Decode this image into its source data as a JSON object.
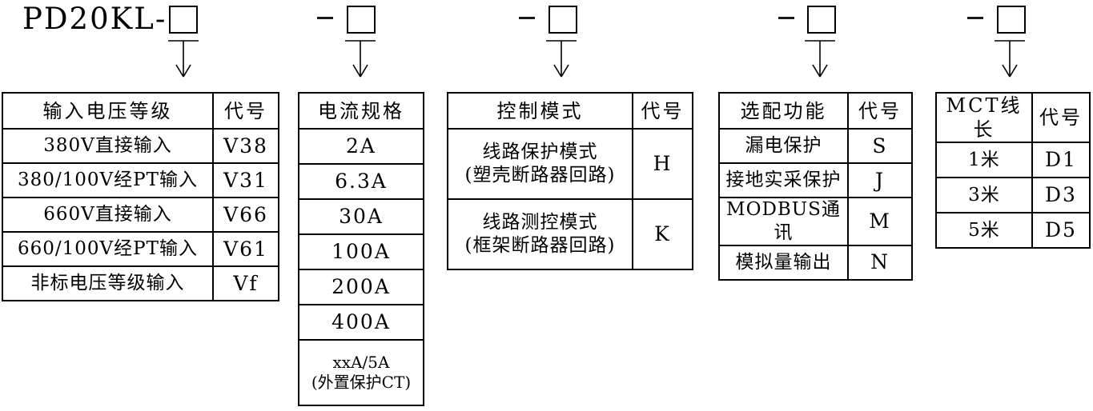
{
  "title": "PD20KL-",
  "code_slots": {
    "count": 5
  },
  "tables": [
    {
      "id": "input-voltage",
      "headers": [
        "输入电压等级",
        "代号"
      ],
      "rows": [
        [
          "380V直接输入",
          "V38"
        ],
        [
          "380/100V经PT输入",
          "V31"
        ],
        [
          "660V直接输入",
          "V66"
        ],
        [
          "660/100V经PT输入",
          "V61"
        ],
        [
          "非标电压等级输入",
          "Vf"
        ]
      ]
    },
    {
      "id": "current-spec",
      "headers": [
        "电流规格"
      ],
      "rows": [
        [
          "2A"
        ],
        [
          "6.3A"
        ],
        [
          "30A"
        ],
        [
          "100A"
        ],
        [
          "200A"
        ],
        [
          "400A"
        ],
        [
          "xxA/5A\n(外置保护CT)"
        ]
      ]
    },
    {
      "id": "control-mode",
      "headers": [
        "控制模式",
        "代号"
      ],
      "rows": [
        [
          "线路保护模式\n(塑壳断路器回路)",
          "H"
        ],
        [
          "线路测控模式\n(框架断路器回路)",
          "K"
        ]
      ]
    },
    {
      "id": "optional-function",
      "headers": [
        "选配功能",
        "代号"
      ],
      "rows": [
        [
          "漏电保护",
          "S"
        ],
        [
          "接地实采保护",
          "J"
        ],
        [
          "MODBUS通讯",
          "M"
        ],
        [
          "模拟量输出",
          "N"
        ]
      ]
    },
    {
      "id": "mct-cable-length",
      "headers": [
        "MCT线长",
        "代号"
      ],
      "rows": [
        [
          "1米",
          "D1"
        ],
        [
          "3米",
          "D3"
        ],
        [
          "5米",
          "D5"
        ]
      ]
    }
  ]
}
